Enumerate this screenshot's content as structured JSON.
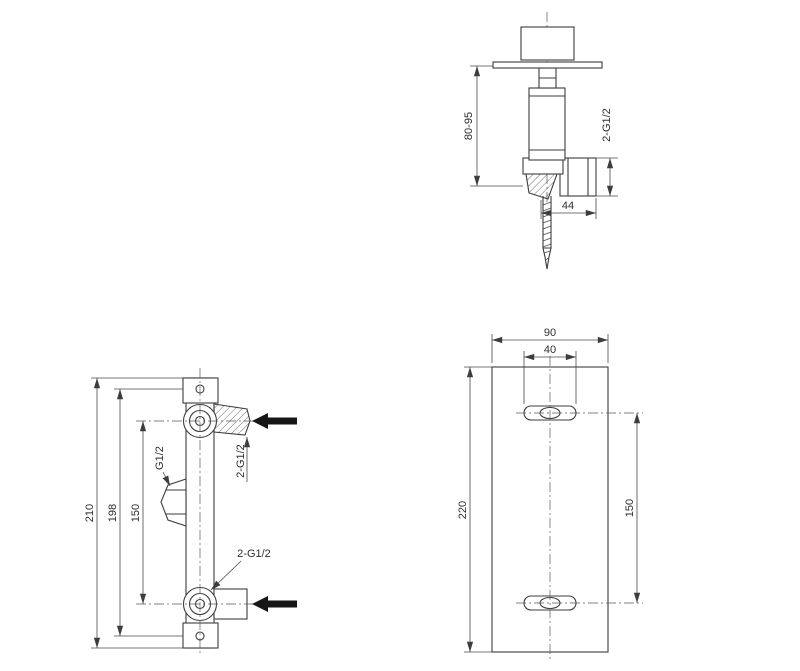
{
  "page": {
    "background": "#ffffff",
    "line_color": "#3d3d3d"
  },
  "views": {
    "side": {
      "dim_wall_distance": "80-95",
      "dim_outlet_thread": "2-G1/2",
      "dim_outlet_width": "44"
    },
    "front": {
      "dim_overall_height": "210",
      "dim_screw_centers": "198",
      "dim_valve_centers": "150",
      "callout_outlet_top": "2-G1/2",
      "callout_inlet": "G1/2",
      "callout_outlet_bottom": "2-G1/2"
    },
    "plate": {
      "dim_width": "90",
      "dim_fitting_width": "40",
      "dim_height": "220",
      "dim_fitting_centers": "150"
    }
  }
}
